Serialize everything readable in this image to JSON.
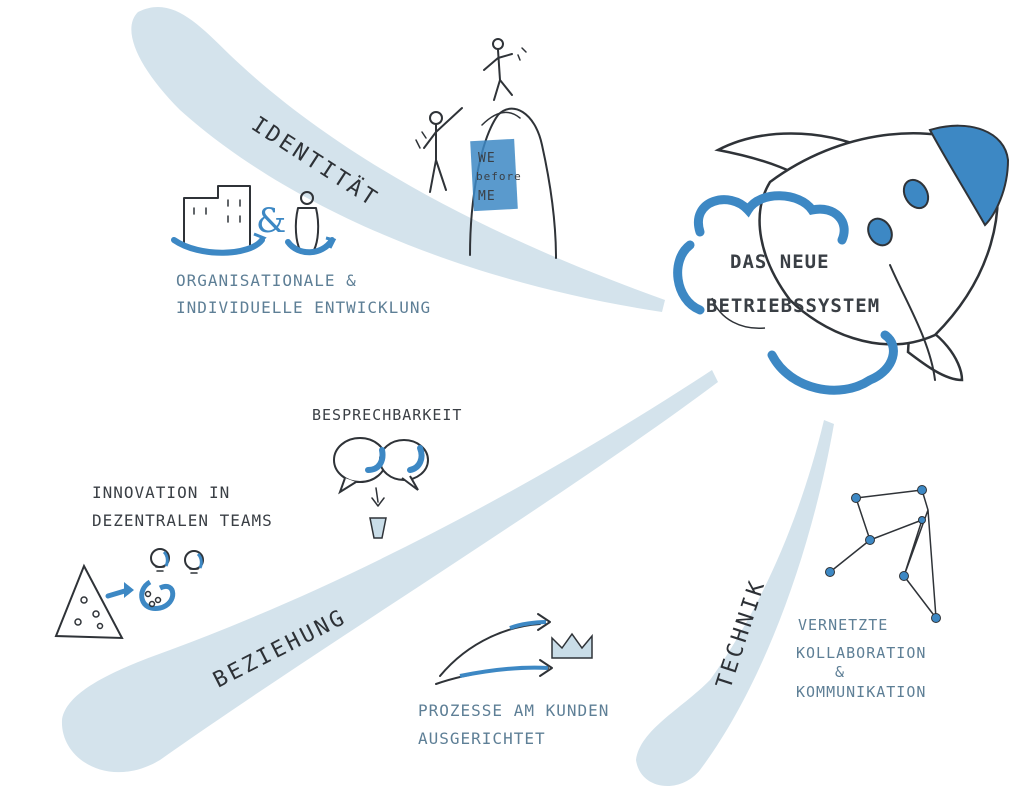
{
  "center": {
    "line1": "DAS NEUE",
    "line2": "BETRIEBSSYSTEM"
  },
  "beams": {
    "identitaet": "IDENTITÄT",
    "beziehung": "BEZIEHUNG",
    "technik": "TECHNIK"
  },
  "sign": {
    "line1": "WE",
    "line2": "before",
    "line3": "ME"
  },
  "identitaet_item": {
    "line1": "ORGANISATIONALE &",
    "line2": "INDIVIDUELLE ENTWICKLUNG"
  },
  "beziehung_items": {
    "besprechbarkeit": "BESPRECHBARKEIT",
    "innovation_line1": "INNOVATION IN",
    "innovation_line2": "DEZENTRALEN TEAMS",
    "prozesse_line1": "PROZESSE AM KUNDEN",
    "prozesse_line2": "AUSGERICHTET"
  },
  "technik_item": {
    "line1": "VERNETZTE",
    "line2": "KOLLABORATION",
    "line3": "&",
    "line4": "KOMMUNIKATION"
  },
  "colors": {
    "accent": "#3d88c4",
    "pale": "#c9dde8",
    "ink": "#2f3338"
  },
  "icons": [
    "rocket-icon",
    "cloud-icon",
    "mountain-icon",
    "people-icon",
    "building-icon",
    "ampersand-icon",
    "speech-bubbles-icon",
    "lightbulb-icon",
    "pyramid-icon",
    "crown-icon",
    "arrows-icon",
    "network-icon"
  ]
}
